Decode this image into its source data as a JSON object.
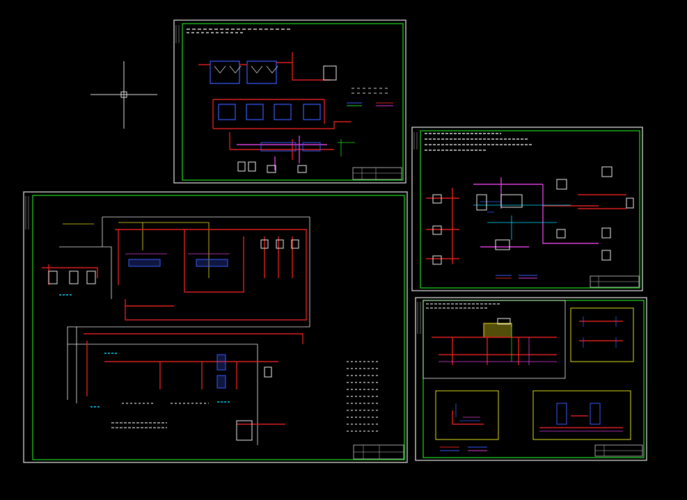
{
  "viewer": {
    "background": "#000000",
    "crosshair_color": "#e0e0e0"
  },
  "colors": {
    "sheet_outer": "#e8e8e8",
    "sheet_inner": "#22dd22",
    "pipe_red": "#e02020",
    "pipe_blue": "#3a5cff",
    "pipe_magenta": "#e040e0",
    "pipe_cyan": "#00e0ff",
    "pipe_white": "#f0f0f0",
    "pipe_yellow": "#f0e020",
    "pipe_green": "#20e020",
    "detail_frame": "#e0e020"
  },
  "sheets": [
    {
      "id": "sheet-top-center"
    },
    {
      "id": "sheet-left-large"
    },
    {
      "id": "sheet-right-middle"
    },
    {
      "id": "sheet-right-bottom"
    }
  ]
}
